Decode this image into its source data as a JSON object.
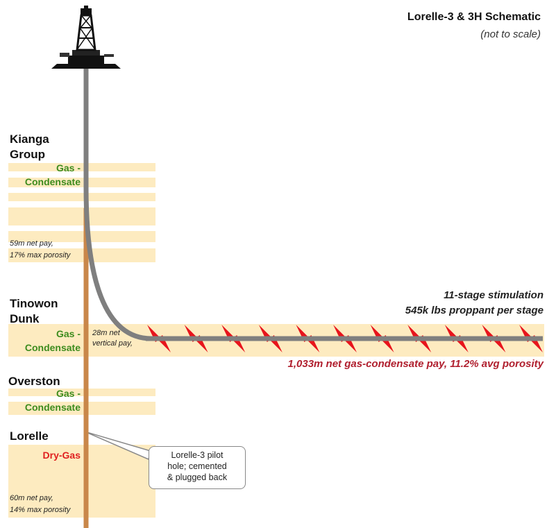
{
  "title": "Lorelle-3 & 3H Schematic",
  "subtitle": "(not to scale)",
  "formations": {
    "kianga": {
      "name_line1": "Kianga",
      "name_line2": "Group",
      "fluid_line1": "Gas -",
      "fluid_line2": "Condensate",
      "note_line1": "59m net pay,",
      "note_line2": "17% max porosity"
    },
    "tinowon": {
      "name_line1": "Tinowon",
      "name_line2": "Dunk",
      "fluid_line1": "Gas -",
      "fluid_line2": "Condensate",
      "note_line1": "28m net",
      "note_line2": "vertical pay,"
    },
    "overston": {
      "name": "Overston",
      "fluid_line1": "Gas -",
      "fluid_line2": "Condensate"
    },
    "lorelle": {
      "name": "Lorelle",
      "fluid": "Dry-Gas",
      "note_line1": "60m net pay,",
      "note_line2": "14% max porosity"
    }
  },
  "stimulation": {
    "line1": "11-stage stimulation",
    "line2": "545k lbs proppant per stage",
    "stage_count": 11
  },
  "lateral_pay": "1,033m net gas-condensate pay, 11.2% avg porosity",
  "callout": {
    "line1": "Lorelle-3 pilot",
    "line2": "hole; cemented",
    "line3": "& plugged back"
  },
  "colors": {
    "pay_band": "#fdebc0",
    "wellbore": "#7f7f7f",
    "pilot_hole": "#c9874a",
    "frac": "#e8141c",
    "gas_condensate": "#3d8c1e",
    "dry_gas": "#e02020",
    "lateral_text": "#b01f2e"
  },
  "icons": [
    "drilling-rig-icon",
    "frac-stage-icon"
  ]
}
